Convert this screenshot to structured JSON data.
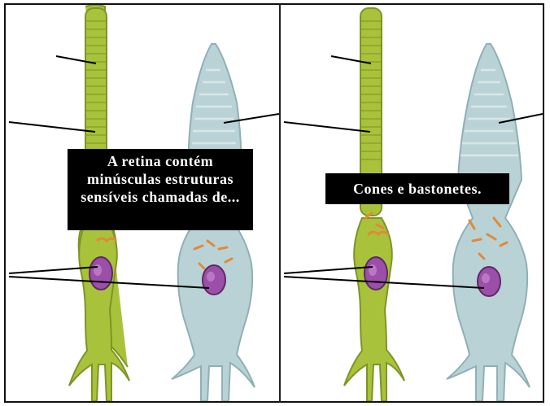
{
  "panels": [
    {
      "caption": "A retina contém minúsculas estruturas sensíveis chamadas de..."
    },
    {
      "caption": "Cones e bastonetes."
    }
  ],
  "colors": {
    "rod_fill": "#a9c23c",
    "rod_stroke": "#7d9523",
    "cone_fill": "#b9d2d6",
    "cone_stroke": "#8fb0b6",
    "nucleus": "#9c4fa8",
    "organelle": "#e08a3a",
    "label_line": "#000000",
    "caption_bg": "#000000",
    "caption_text": "#ffffff"
  },
  "icons": [
    "rod-cell-illustration",
    "cone-cell-illustration",
    "nucleus-shape",
    "mitochondria-shape"
  ]
}
